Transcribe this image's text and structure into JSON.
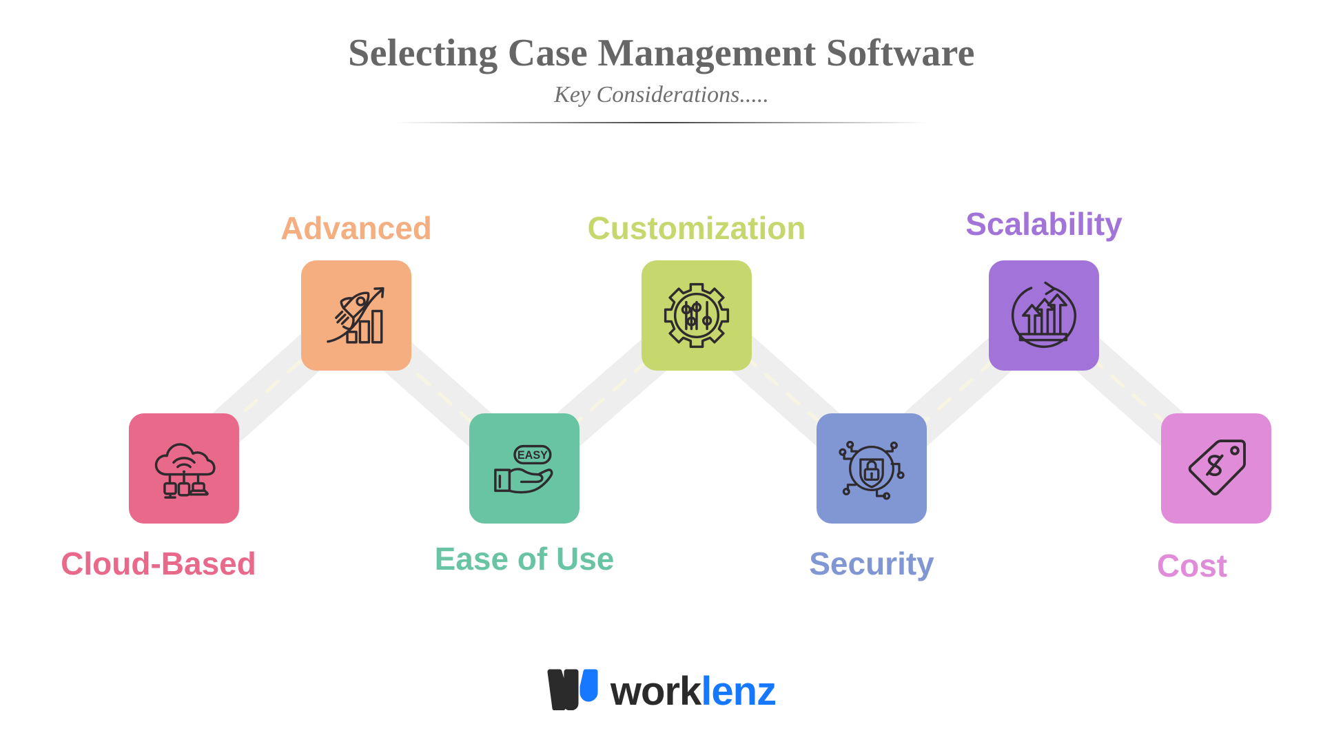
{
  "header": {
    "title": "Selecting Case Management Software",
    "subtitle": "Key Considerations.....",
    "title_color": "#666666",
    "subtitle_color": "#707070"
  },
  "flow": {
    "ribbon_color": "#eeeeee",
    "ribbon_dash_color": "#f7f4e2",
    "nodes": [
      {
        "id": "cloud-based",
        "label": "Cloud-Based",
        "color": "#E8698A",
        "icon": "cloud-network-icon",
        "row": "bottom",
        "label_position": "below"
      },
      {
        "id": "advanced",
        "label": "Advanced",
        "color": "#F4AE80",
        "icon": "rocket-growth-chart-icon",
        "row": "top",
        "label_position": "above"
      },
      {
        "id": "ease-of-use",
        "label": "Ease of Use",
        "color": "#69C4A3",
        "icon": "hand-easy-icon",
        "row": "bottom",
        "label_position": "below"
      },
      {
        "id": "customization",
        "label": "Customization",
        "color": "#C6D76E",
        "icon": "gear-sliders-icon",
        "row": "top",
        "label_position": "above"
      },
      {
        "id": "security",
        "label": "Security",
        "color": "#8197D4",
        "icon": "shield-lock-circuit-icon",
        "row": "bottom",
        "label_position": "below"
      },
      {
        "id": "scalability",
        "label": "Scalability",
        "color": "#A273D8",
        "icon": "growth-arrows-cycle-icon",
        "row": "top",
        "label_position": "above"
      },
      {
        "id": "cost",
        "label": "Cost",
        "color": "#E18CD8",
        "icon": "price-tag-dollar-icon",
        "row": "bottom",
        "label_position": "below"
      }
    ]
  },
  "icon_text": {
    "ease_badge": "EASY"
  },
  "logo": {
    "mark": "worklenz-w-mark",
    "word_dark": "work",
    "word_accent": "lenz",
    "dark_color": "#2b2b2b",
    "accent_color": "#1677ff"
  }
}
